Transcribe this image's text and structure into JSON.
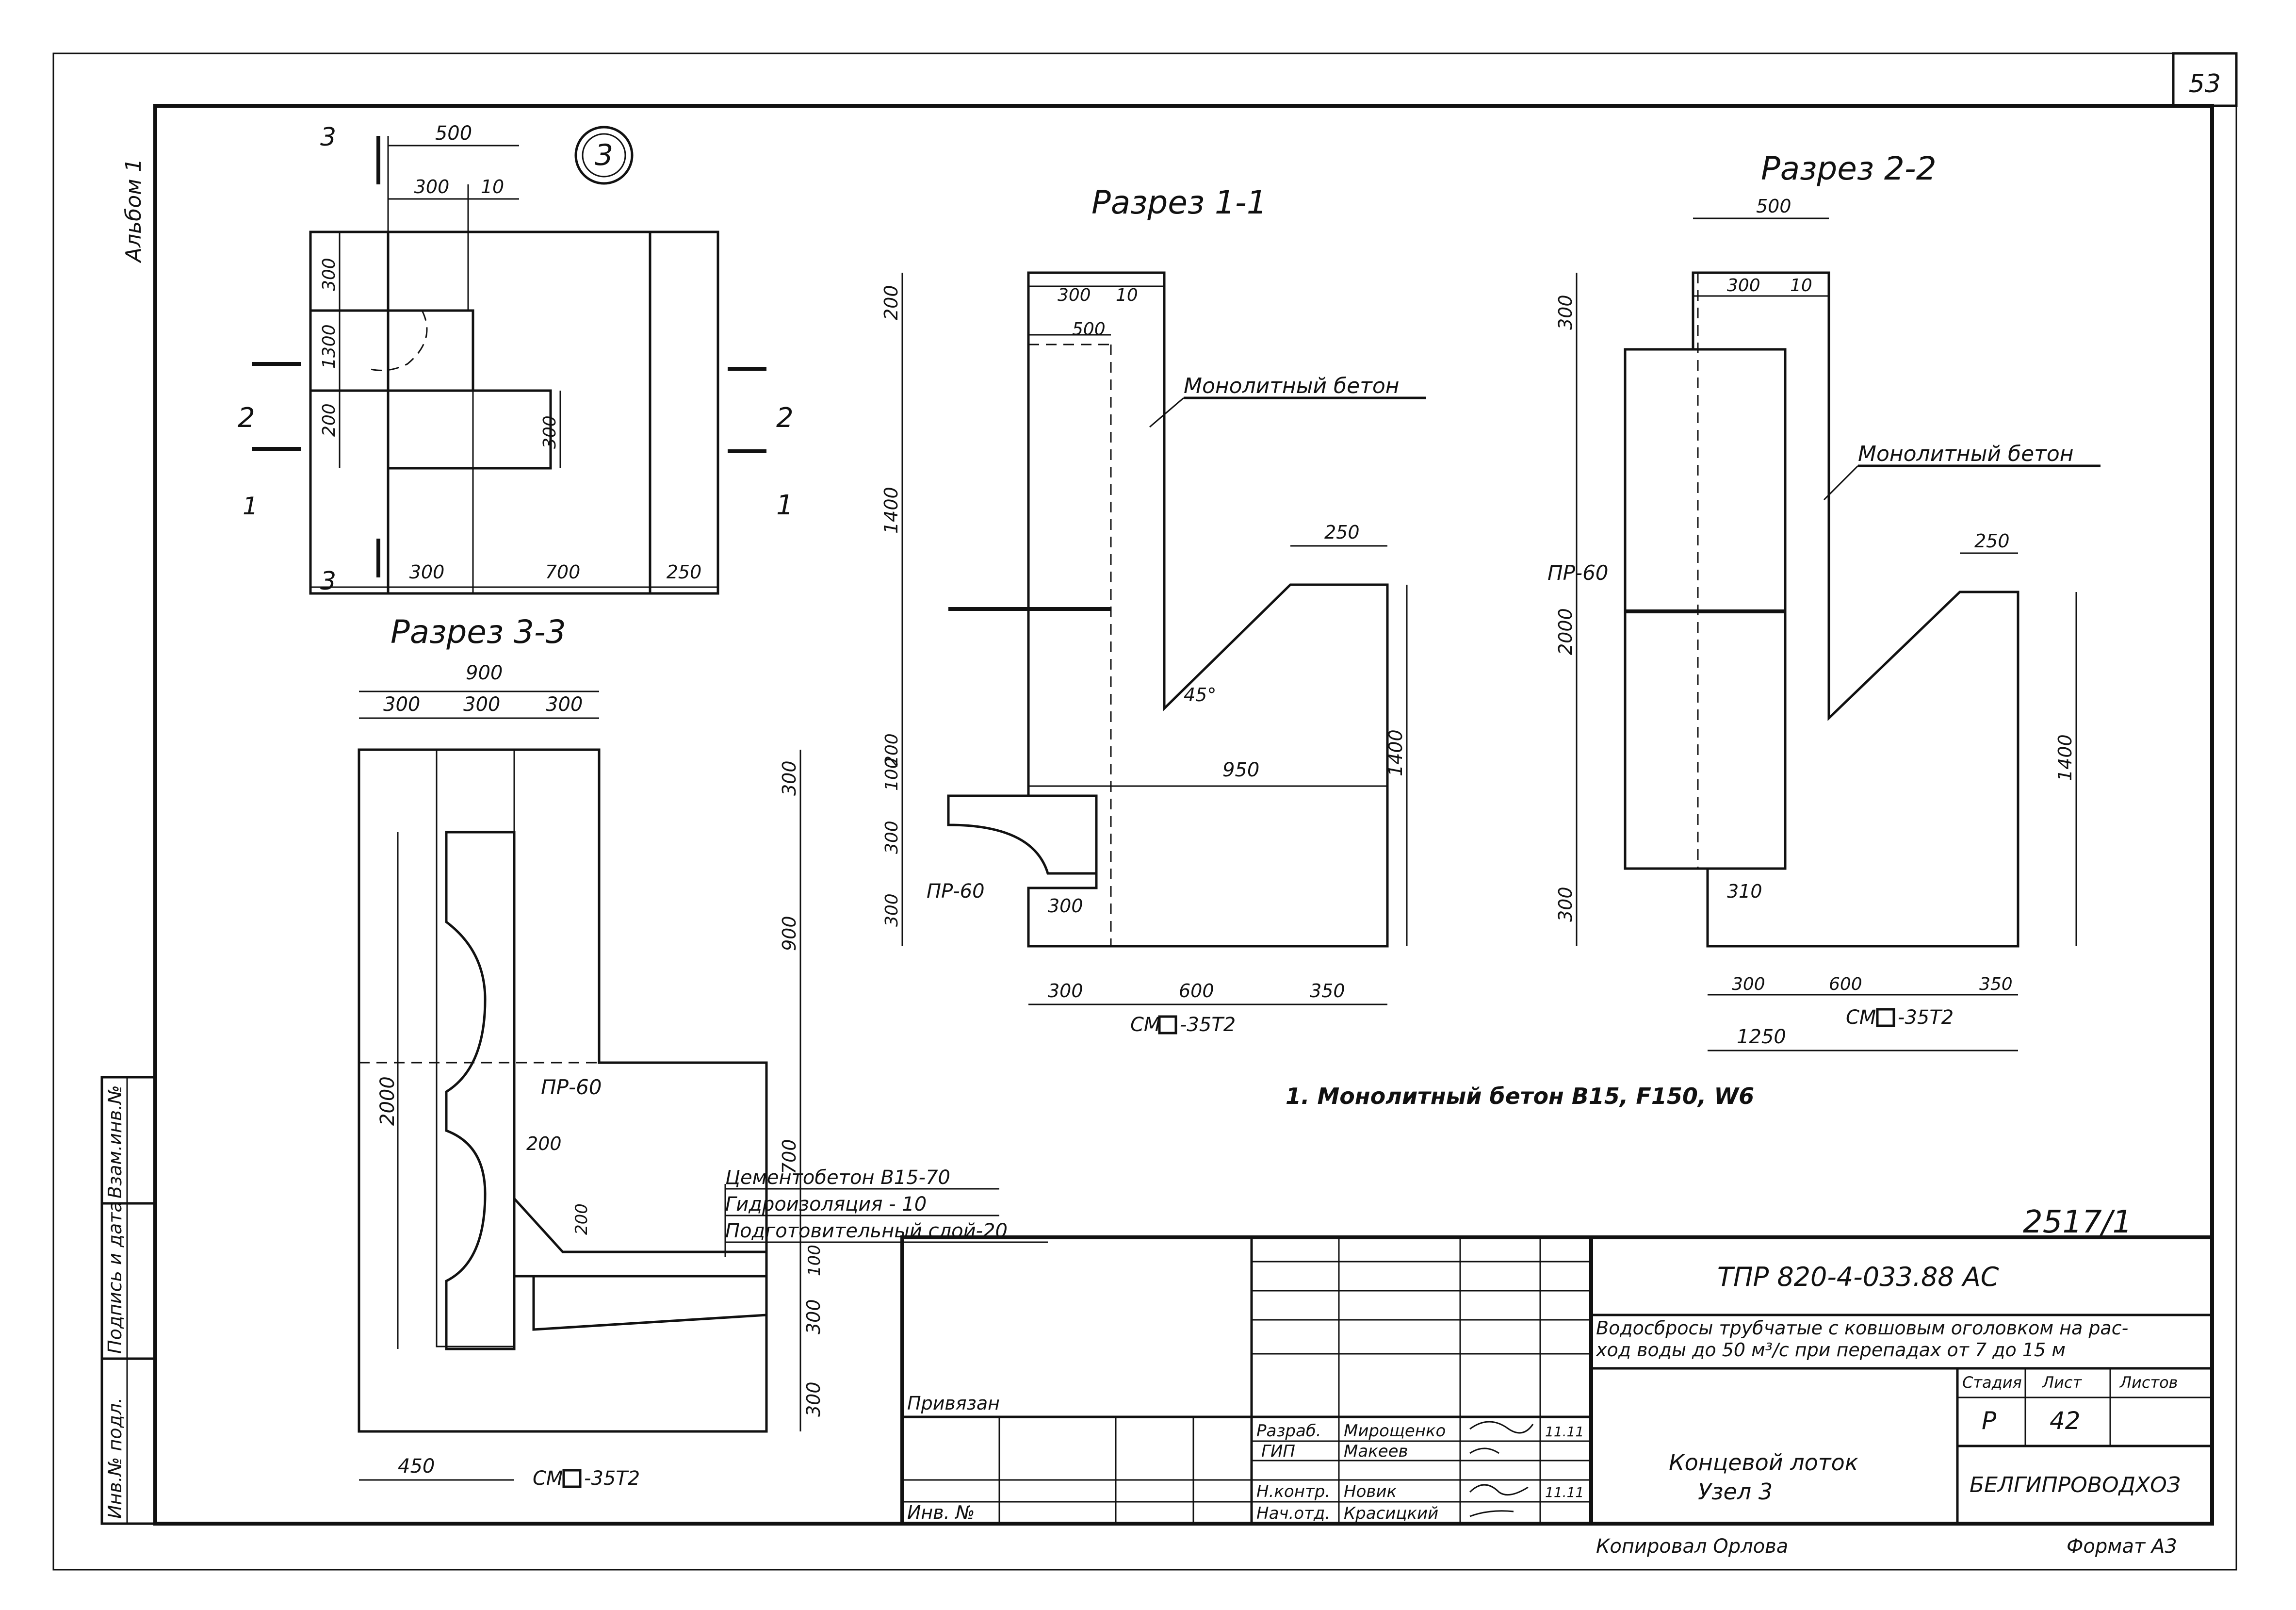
{
  "sheet": {
    "page_number": "53",
    "album": "Альбом 1",
    "node_number": "3",
    "stamp_number": "2517/1",
    "copied_by": "Копировал Орлова",
    "format": "Формат А3",
    "note": "1. Монолитный бетон В15, F150, W6"
  },
  "sections": {
    "s11": "Разрез 1-1",
    "s22": "Разрез 2-2",
    "s33": "Разрез 3-3"
  },
  "labels": {
    "monolith": "Монолитный бетон",
    "pr60": "ПР-60",
    "cm": "СМ",
    "cm_suffix": "-35Т2",
    "angle": "45°",
    "layer1": "Цементобетон В15-70",
    "layer2": "Гидроизоляция - 10",
    "layer3": "Подготовительный слой-20",
    "cut_2": "2",
    "cut_1": "1",
    "cut_3": "3"
  },
  "plan_dims": {
    "d500": "500",
    "d300": "300",
    "d10": "10",
    "d300b": "300",
    "d1300": "1300",
    "d200": "200",
    "d300c": "300",
    "d300d": "300",
    "d700": "700",
    "d250": "250"
  },
  "s11_dims": {
    "d300": "300",
    "d10": "10",
    "d500": "500",
    "d200": "200",
    "d1400": "1400",
    "d250": "250",
    "d200b": "200",
    "d100": "100",
    "d300b": "300",
    "d300c": "300",
    "d950": "950",
    "d1400b": "1400",
    "d300d": "300",
    "d300e": "300",
    "d600": "600",
    "d350": "350"
  },
  "s22_dims": {
    "d500": "500",
    "d300": "300",
    "d10": "10",
    "d300b": "300",
    "d2000": "2000",
    "d250": "250",
    "d1400": "1400",
    "d300c": "300",
    "d310": "310",
    "d300d": "300",
    "d600": "600",
    "d350": "350",
    "d1250": "1250"
  },
  "s33_dims": {
    "d900": "900",
    "d300a": "300",
    "d300b": "300",
    "d300c": "300",
    "d300r1": "300",
    "d900r": "900",
    "d700r": "700",
    "d100r": "100",
    "d300r2": "300",
    "d300r3": "300",
    "d2000": "2000",
    "d200a": "200",
    "d200b": "200",
    "d450": "450"
  },
  "title_block": {
    "code": "ТПР 820-4-033.88   АС",
    "description_1": "Водосбросы трубчатые с ковшовым оголовком на рас-",
    "description_2": "ход воды до 50 м³/с при перепадах от 7 до 15 м",
    "privyazan": "Привязан",
    "inv_no": "Инв. №",
    "roles": [
      "Разраб.",
      "ГИП",
      "Н.контр.",
      "Нач.отд."
    ],
    "names": [
      "Мирощенко",
      "Макеев",
      "Новик",
      "Красицкий"
    ],
    "dates": [
      "11.11",
      "",
      "11.11",
      ""
    ],
    "stage_header": "Стадия",
    "sheet_header": "Лист",
    "sheets_header": "Листов",
    "stage": "Р",
    "sheet_no": "42",
    "sheets": "",
    "drawing_title_1": "Концевой лоток",
    "drawing_title_2": "Узел 3",
    "organization": "БЕЛГИПРОВОДХОЗ"
  },
  "margin": {
    "inv_podl": "Инв.№ подл.",
    "sign_date": "Подпись и дата",
    "vzam_inv": "Взам.инв.№"
  }
}
